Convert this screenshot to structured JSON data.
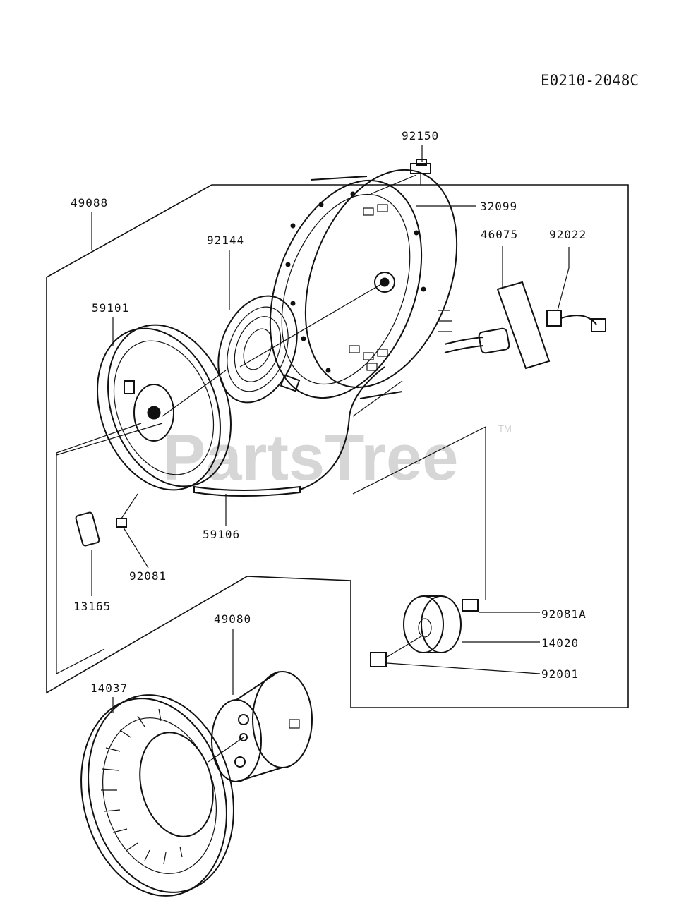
{
  "diagram": {
    "code": "E0210-2048C",
    "watermark": "PartsTree",
    "watermark_tm": "TM",
    "parts": {
      "p92150": "92150",
      "p49088": "49088",
      "p32099": "32099",
      "p92144": "92144",
      "p46075": "46075",
      "p92022": "92022",
      "p59101": "59101",
      "p59106": "59106",
      "p92081": "92081",
      "p13165": "13165",
      "p49080": "49080",
      "p92081A": "92081A",
      "p14020": "14020",
      "p92001": "92001",
      "p14037": "14037"
    }
  }
}
